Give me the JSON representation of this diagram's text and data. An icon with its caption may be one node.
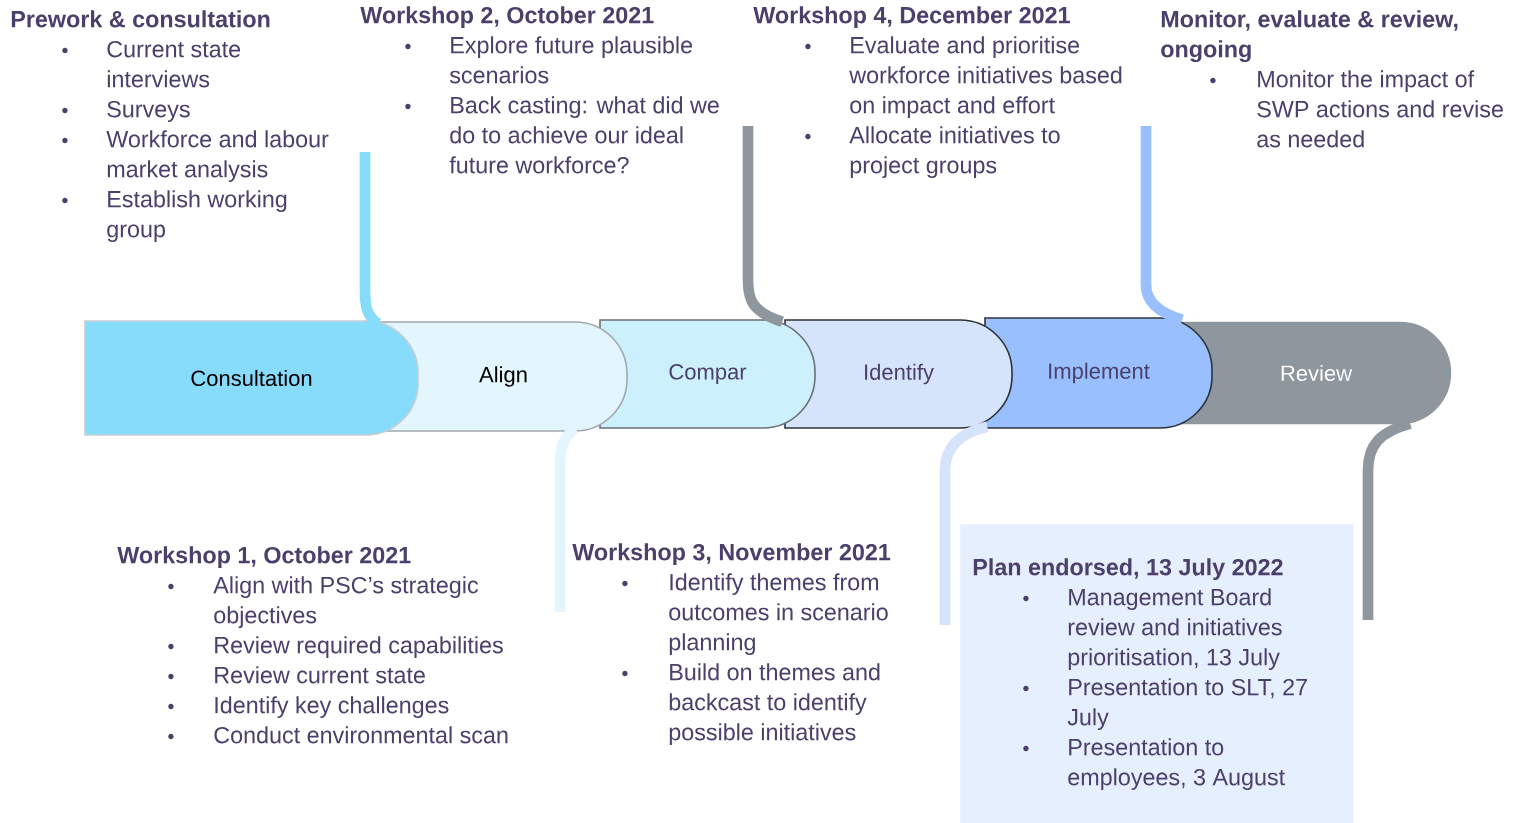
{
  "diagram": {
    "nodes": [
      {
        "text": [
          "Workshop 2, October 2021",
          "Explore future plausible scenarios",
          "Back casting: what did we do to achieve our ideal future workforce?"
        ]
      },
      {
        "text": [
          "Workshop 4, December 2021",
          "Evaluate and prioritise workforce initiatives based on impact and effort",
          "Allocate initiatives to project groups"
        ]
      },
      {
        "text": [
          "Monitor, evaluate & review, ongoing",
          "Monitor the impact of SWP actions and revise as needed"
        ]
      },
      {
        "text": [
          "Consultation"
        ]
      },
      {
        "text": [
          "Align"
        ]
      },
      {
        "text": [
          "Compar"
        ]
      },
      {
        "text": [
          "Identify"
        ]
      },
      {
        "text": [
          "Implement"
        ]
      },
      {
        "text": [
          "Review"
        ]
      },
      {
        "text": [
          "Workshop 3, November 2021",
          "Identify themes from outcomes in scenario planning",
          "Build on themes and backcast to identify possible initiatives"
        ]
      },
      {
        "text": [
          "Plan endorsed, 13 July 2022",
          "Management Board review and initiatives prioritisation, 13 July",
          "Presentation to SLT, 27 July",
          "Presentation to employees, 3 August"
        ]
      }
    ],
    "edges": [
      {
        "from": 3,
        "to": 0,
        "arrow": "none",
        "color": "#87dcfb"
      },
      {
        "from": 4,
        "to": 9,
        "arrow": "none",
        "color": "#e4f6fd"
      },
      {
        "from": 5,
        "to": 1,
        "arrow": "none",
        "color": "#8e979e"
      },
      {
        "from": 6,
        "to": 10,
        "arrow": "none",
        "color": "#d6e4fb"
      },
      {
        "from": 7,
        "to": 2,
        "arrow": "none",
        "color": "#99bfff"
      },
      {
        "from": 8,
        "to": 10,
        "arrow": "none",
        "color": "#8e979e"
      }
    ],
    "labels": [
      "Prework & consultation",
      "Current state interviews",
      "Surveys",
      "Workforce and labour market analysis",
      "Establish working group",
      "Workshop 1, October 2021",
      "Align with PSC’s strategic objectives",
      "Review required capabilities",
      "Review current state",
      "Identify key challenges",
      "Conduct environmental scan"
    ]
  }
}
